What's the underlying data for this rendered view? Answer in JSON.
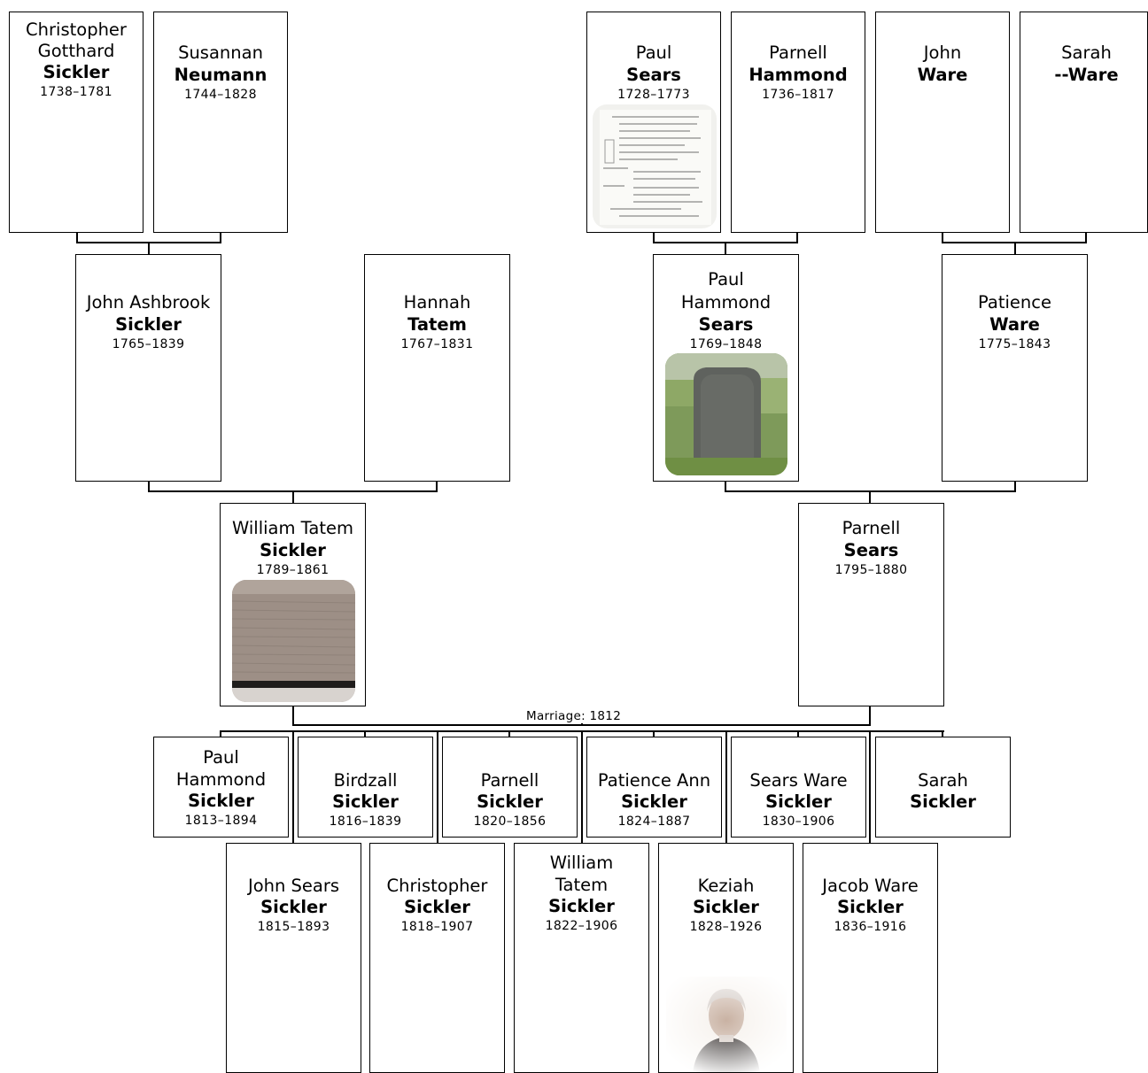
{
  "people": {
    "christopher_gotthard": {
      "given": "Christopher Gotthard",
      "surname": "Sickler",
      "dates": "1738–1781"
    },
    "susannan": {
      "given": "Susannan",
      "surname": "Neumann",
      "dates": "1744–1828"
    },
    "paul_sears_sr": {
      "given": "Paul",
      "surname": "Sears",
      "dates": "1728–1773"
    },
    "parnell_hammond": {
      "given": "Parnell",
      "surname": "Hammond",
      "dates": "1736–1817"
    },
    "john_ware": {
      "given": "John",
      "surname": "Ware",
      "dates": ""
    },
    "sarah_ware": {
      "given": "Sarah",
      "surname": "--Ware",
      "dates": ""
    },
    "john_ashbrook": {
      "given": "John Ashbrook",
      "surname": "Sickler",
      "dates": "1765–1839"
    },
    "hannah": {
      "given": "Hannah",
      "surname": "Tatem",
      "dates": "1767–1831"
    },
    "paul_hammond_sears": {
      "given": "Paul Hammond",
      "surname": "Sears",
      "dates": "1769–1848"
    },
    "patience_ware": {
      "given": "Patience",
      "surname": "Ware",
      "dates": "1775–1843"
    },
    "william_tatem": {
      "given": "William Tatem",
      "surname": "Sickler",
      "dates": "1789–1861"
    },
    "parnell_sears": {
      "given": "Parnell",
      "surname": "Sears",
      "dates": "1795–1880"
    }
  },
  "marriage_label": "Marriage: 1812",
  "children": [
    {
      "given": "Paul Hammond",
      "surname": "Sickler",
      "dates": "1813–1894"
    },
    {
      "given": "Birdzall",
      "surname": "Sickler",
      "dates": "1816–1839"
    },
    {
      "given": "Parnell",
      "surname": "Sickler",
      "dates": "1820–1856"
    },
    {
      "given": "Patience Ann",
      "surname": "Sickler",
      "dates": "1824–1887"
    },
    {
      "given": "Sears Ware",
      "surname": "Sickler",
      "dates": "1830–1906"
    },
    {
      "given": "Sarah",
      "surname": "Sickler",
      "dates": ""
    },
    {
      "given": "John Sears",
      "surname": "Sickler",
      "dates": "1815–1893"
    },
    {
      "given": "Christopher",
      "surname": "Sickler",
      "dates": "1818–1907"
    },
    {
      "given": "William Tatem",
      "surname": "Sickler",
      "dates": "1822–1906"
    },
    {
      "given": "Keziah",
      "surname": "Sickler",
      "dates": "1828–1926"
    },
    {
      "given": "Jacob Ware",
      "surname": "Sickler",
      "dates": "1836–1916"
    }
  ]
}
